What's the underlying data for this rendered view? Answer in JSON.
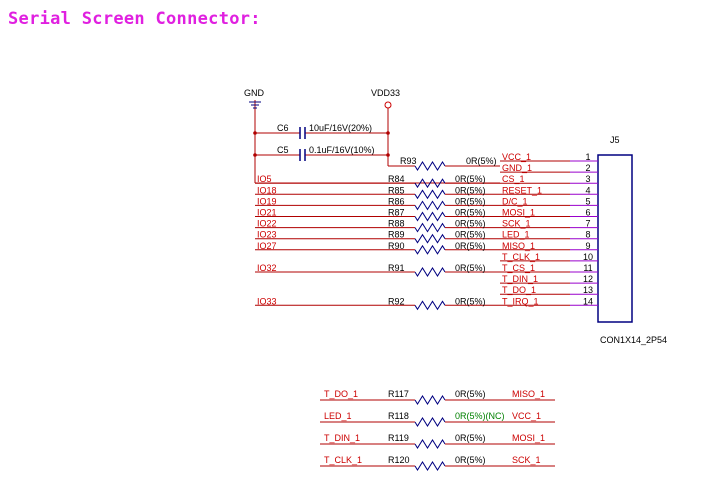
{
  "title": "Serial Screen Connector:",
  "colors": {
    "title": "#e020e0",
    "net": "#cc0000",
    "wire": "#b00000",
    "part": "#000080",
    "text": "#000000",
    "nc": "#008000",
    "pin": "#9900cc"
  },
  "power": {
    "gnd": "GND",
    "vdd": "VDD33"
  },
  "capacitors": [
    {
      "ref": "C6",
      "value": "10uF/16V(20%)"
    },
    {
      "ref": "C5",
      "value": "0.1uF/16V(10%)"
    }
  ],
  "connector": {
    "ref": "J5",
    "part": "CON1X14_2P54"
  },
  "pins": [
    {
      "num": "1",
      "net": "VCC_1",
      "res": "R93",
      "value": "0R(5%)",
      "src": ""
    },
    {
      "num": "2",
      "net": "GND_1",
      "res": "",
      "value": "",
      "src": ""
    },
    {
      "num": "3",
      "net": "CS_1",
      "res": "R84",
      "value": "0R(5%)",
      "src": "IO5"
    },
    {
      "num": "4",
      "net": "RESET_1",
      "res": "R85",
      "value": "0R(5%)",
      "src": "IO18"
    },
    {
      "num": "5",
      "net": "D/C_1",
      "res": "R86",
      "value": "0R(5%)",
      "src": "IO19"
    },
    {
      "num": "6",
      "net": "MOSI_1",
      "res": "R87",
      "value": "0R(5%)",
      "src": "IO21"
    },
    {
      "num": "7",
      "net": "SCK_1",
      "res": "R88",
      "value": "0R(5%)",
      "src": "IO22"
    },
    {
      "num": "8",
      "net": "LED_1",
      "res": "R89",
      "value": "0R(5%)",
      "src": "IO23"
    },
    {
      "num": "9",
      "net": "MISO_1",
      "res": "R90",
      "value": "0R(5%)",
      "src": "IO27"
    },
    {
      "num": "10",
      "net": "T_CLK_1",
      "res": "",
      "value": "",
      "src": ""
    },
    {
      "num": "11",
      "net": "T_CS_1",
      "res": "R91",
      "value": "0R(5%)",
      "src": "IO32"
    },
    {
      "num": "12",
      "net": "T_DIN_1",
      "res": "",
      "value": "",
      "src": ""
    },
    {
      "num": "13",
      "net": "T_DO_1",
      "res": "",
      "value": "",
      "src": ""
    },
    {
      "num": "14",
      "net": "T_IRQ_1",
      "res": "R92",
      "value": "0R(5%)",
      "src": "IO33"
    }
  ],
  "bridges": [
    {
      "left": "T_DO_1",
      "res": "R117",
      "value": "0R(5%)",
      "right": "MISO_1",
      "nc": false
    },
    {
      "left": "LED_1",
      "res": "R118",
      "value": "0R(5%)(NC)",
      "right": "VCC_1",
      "nc": true
    },
    {
      "left": "T_DIN_1",
      "res": "R119",
      "value": "0R(5%)",
      "right": "MOSI_1",
      "nc": false
    },
    {
      "left": "T_CLK_1",
      "res": "R120",
      "value": "0R(5%)",
      "right": "SCK_1",
      "nc": false
    }
  ]
}
